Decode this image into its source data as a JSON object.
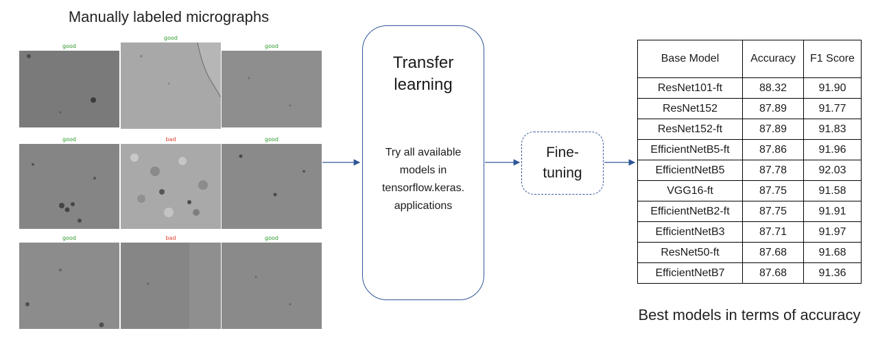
{
  "left_title": "Manually labeled micrographs",
  "right_title": "Best models in terms of accuracy",
  "micrographs": [
    {
      "label": "good",
      "status": "good"
    },
    {
      "label": "good",
      "status": "good"
    },
    {
      "label": "good",
      "status": "good"
    },
    {
      "label": "good",
      "status": "good"
    },
    {
      "label": "bad",
      "status": "bad"
    },
    {
      "label": "good",
      "status": "good"
    },
    {
      "label": "good",
      "status": "good"
    },
    {
      "label": "bad",
      "status": "bad"
    },
    {
      "label": "good",
      "status": "good"
    }
  ],
  "transfer_box": {
    "title_line1": "Transfer",
    "title_line2": "learning",
    "desc_line1": "Try all available",
    "desc_line2": "models in",
    "desc_line3": "tensorflow.keras.",
    "desc_line4": "applications"
  },
  "finetune_box": {
    "line1": "Fine-",
    "line2": "tuning"
  },
  "table": {
    "headers": [
      "Base Model",
      "Accuracy",
      "F1 Score"
    ],
    "rows": [
      [
        "ResNet101-ft",
        "88.32",
        "91.90"
      ],
      [
        "ResNet152",
        "87.89",
        "91.77"
      ],
      [
        "ResNet152-ft",
        "87.89",
        "91.83"
      ],
      [
        "EfficientNetB5-ft",
        "87.86",
        "91.96"
      ],
      [
        "EfficientNetB5",
        "87.78",
        "92.03"
      ],
      [
        "VGG16-ft",
        "87.75",
        "91.58"
      ],
      [
        "EfficientNetB2-ft",
        "87.75",
        "91.91"
      ],
      [
        "EfficientNetB3",
        "87.71",
        "91.97"
      ],
      [
        "ResNet50-ft",
        "87.68",
        "91.68"
      ],
      [
        "EfficientNetB7",
        "87.68",
        "91.36"
      ]
    ]
  },
  "colors": {
    "good": "#2a9a2a",
    "bad": "#e03a2a",
    "box_border": "#2f5597",
    "arrow": "#2f5597"
  }
}
